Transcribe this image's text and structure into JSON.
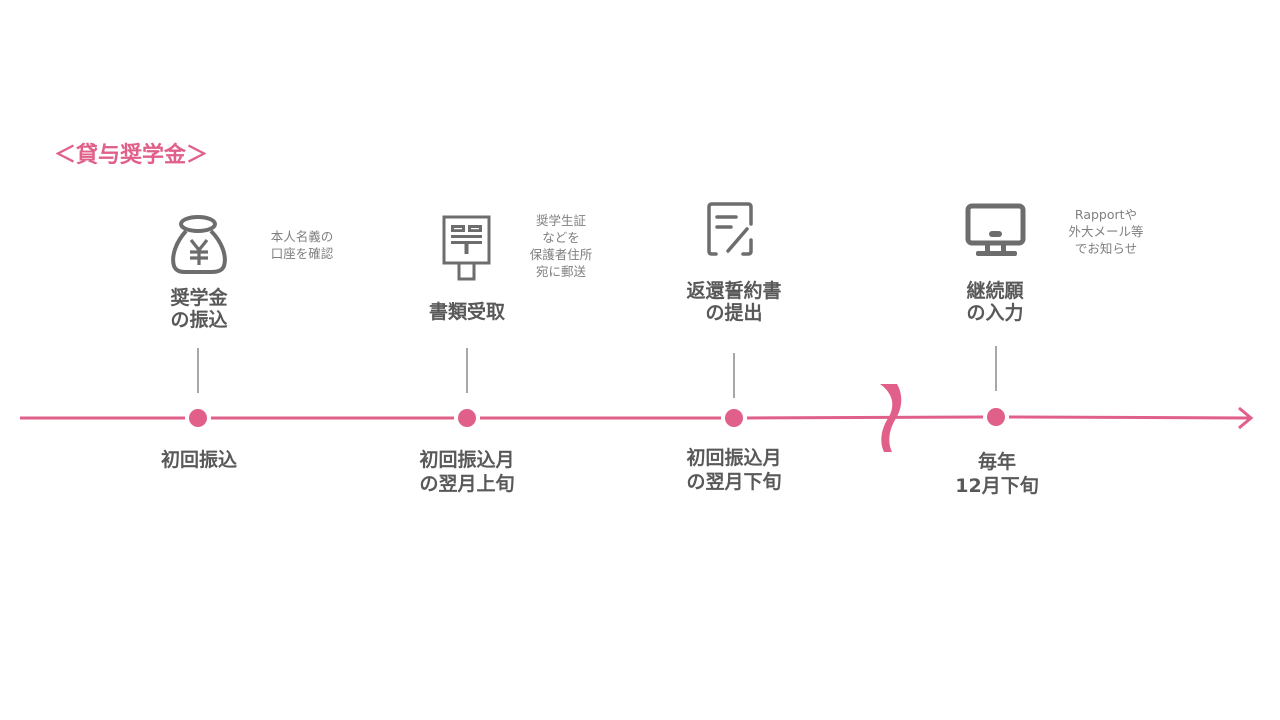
{
  "title": "＜貸与奨学金＞",
  "colors": {
    "accent": "#E0608A",
    "icon": "#6d6d6d",
    "text": "#595959",
    "note": "#7f7f7f",
    "connector": "#6d6d6d"
  },
  "steps": [
    {
      "icon": "yen-money-bag-icon",
      "title_lines": [
        "奨学金",
        "の振込"
      ],
      "note_lines": [
        "本人名義の",
        "口座を確認"
      ],
      "time_lines": [
        "初回振込"
      ]
    },
    {
      "icon": "mailbox-post-icon",
      "title_lines": [
        "書類受取"
      ],
      "note_lines": [
        "奨学生証",
        "などを",
        "保護者住所",
        "宛に郵送"
      ],
      "time_lines": [
        "初回振込月",
        "の翌月上旬"
      ]
    },
    {
      "icon": "document-edit-icon",
      "title_lines": [
        "返還誓約書",
        "の提出"
      ],
      "note_lines": [],
      "time_lines": [
        "初回振込月",
        "の翌月下旬"
      ]
    },
    {
      "icon": "computer-monitor-icon",
      "title_lines": [
        "継続願",
        "の入力"
      ],
      "note_lines": [
        "Rapportや",
        "外大メール等",
        "でお知らせ"
      ],
      "time_lines": [
        "毎年",
        "12月下旬"
      ]
    }
  ],
  "timeline": {
    "break_symbol": "wave-break",
    "arrow": "right"
  }
}
